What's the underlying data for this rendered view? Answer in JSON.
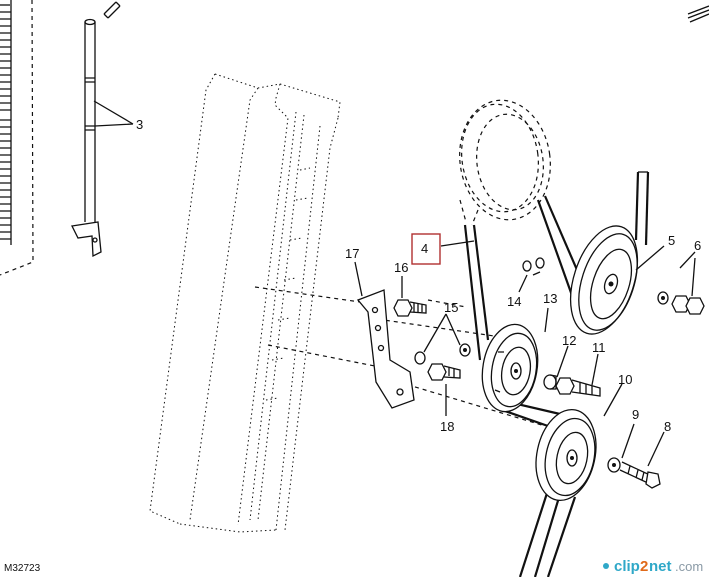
{
  "diagram": {
    "reference_id": "M32723",
    "callouts": [
      {
        "id": "c3",
        "text": "3"
      },
      {
        "id": "c4",
        "text": "4"
      },
      {
        "id": "c5",
        "text": "5"
      },
      {
        "id": "c6",
        "text": "6"
      },
      {
        "id": "c8",
        "text": "8"
      },
      {
        "id": "c9",
        "text": "9"
      },
      {
        "id": "c10",
        "text": "10"
      },
      {
        "id": "c11",
        "text": "11"
      },
      {
        "id": "c12",
        "text": "12"
      },
      {
        "id": "c13",
        "text": "13"
      },
      {
        "id": "c14",
        "text": "14"
      },
      {
        "id": "c15",
        "text": "15"
      },
      {
        "id": "c16",
        "text": "16"
      },
      {
        "id": "c17",
        "text": "17"
      },
      {
        "id": "c18",
        "text": "18"
      }
    ],
    "highlight_color": "#b03030"
  },
  "watermark": {
    "part1": "clip",
    "part2": "2",
    "part3": "net",
    "part4": ".com"
  }
}
